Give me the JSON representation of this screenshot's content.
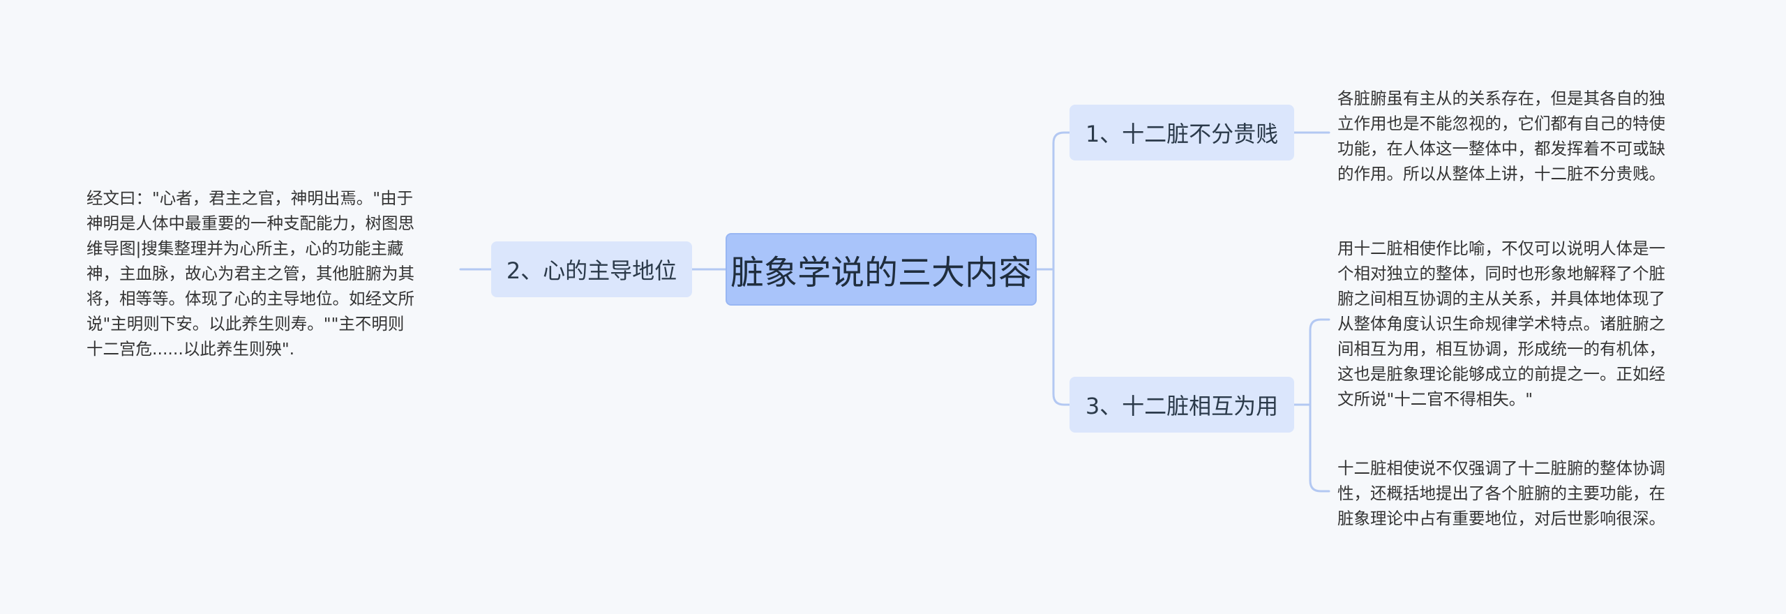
{
  "root": {
    "label": "脏象学说的三大内容"
  },
  "branches": [
    {
      "label": "1、十二脏不分贵贱"
    },
    {
      "label": "2、心的主导地位"
    },
    {
      "label": "3、十二脏相互为用"
    }
  ],
  "leaves": {
    "branch1_note": {
      "lines": [
        "各脏腑虽有主从的关系存在，但是其各自的独",
        "立作用也是不能忽视的，它们都有自己的特使",
        "功能，在人体这一整体中，都发挥着不可或缺",
        "的作用。所以从整体上讲，十二脏不分贵贱。"
      ]
    },
    "branch2_note": {
      "lines": [
        "经文曰：\"心者，君主之官，神明出焉。\"由于",
        "神明是人体中最重要的一种支配能力，树图思",
        "维导图|搜集整理并为心所主，心的功能主藏",
        "神，主血脉，故心为君主之管，其他脏腑为其",
        "将，相等等。体现了心的主导地位。如经文所",
        "说\"主明则下安。以此养生则寿。\"\"主不明则",
        "十二宫危......以此养生则殃\"."
      ]
    },
    "branch3_note_a": {
      "lines": [
        "用十二脏相使作比喻，不仅可以说明人体是一",
        "个相对独立的整体，同时也形象地解释了个脏",
        "腑之间相互协调的主从关系，并具体地体现了",
        "从整体角度认识生命规律学术特点。诸脏腑之",
        "间相互为用，相互协调，形成统一的有机体，",
        "这也是脏象理论能够成立的前提之一。正如经",
        "文所说\"十二官不得相失。\""
      ]
    },
    "branch3_note_b": {
      "lines": [
        "十二脏相使说不仅强调了十二脏腑的整体协调",
        "性，还概括地提出了各个脏腑的主要功能，在",
        "脏象理论中占有重要地位，对后世影响很深。"
      ]
    }
  },
  "colors": {
    "background": "#f6f8fb",
    "root_fill": "#a9c4fa",
    "branch_fill": "#dbe6fc",
    "connector": "#b3c8f2"
  }
}
